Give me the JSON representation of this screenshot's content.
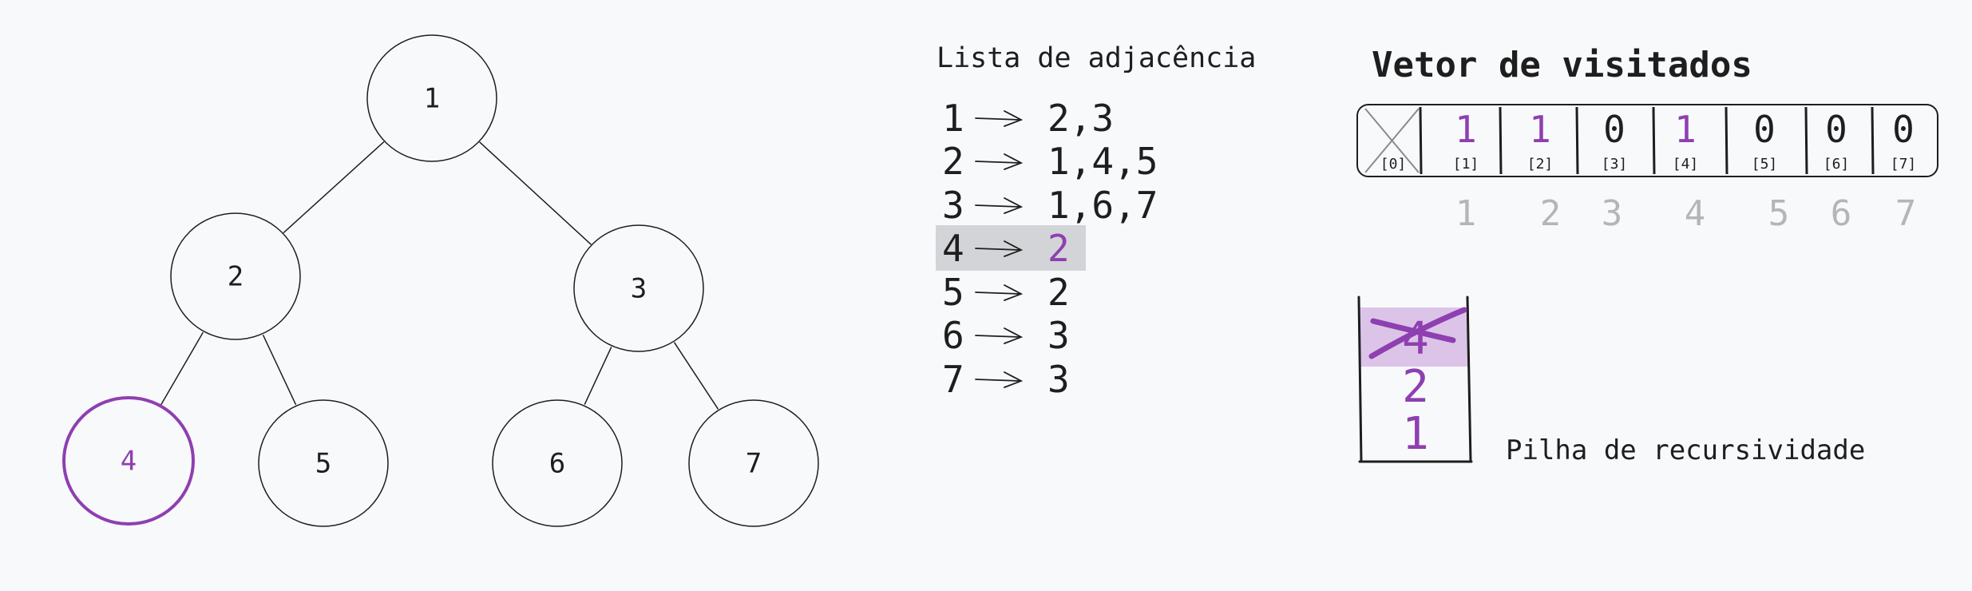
{
  "tree": {
    "nodes": [
      {
        "id": "1",
        "label": "1",
        "highlight": false
      },
      {
        "id": "2",
        "label": "2",
        "highlight": false
      },
      {
        "id": "3",
        "label": "3",
        "highlight": false
      },
      {
        "id": "4",
        "label": "4",
        "highlight": true
      },
      {
        "id": "5",
        "label": "5",
        "highlight": false
      },
      {
        "id": "6",
        "label": "6",
        "highlight": false
      },
      {
        "id": "7",
        "label": "7",
        "highlight": false
      }
    ],
    "edges": [
      [
        "1",
        "2"
      ],
      [
        "1",
        "3"
      ],
      [
        "2",
        "4"
      ],
      [
        "2",
        "5"
      ],
      [
        "3",
        "6"
      ],
      [
        "3",
        "7"
      ]
    ]
  },
  "adjacency": {
    "title": "Lista de adjacência",
    "rows": [
      {
        "node": "1",
        "neighbors": "2,3",
        "highlight": false
      },
      {
        "node": "2",
        "neighbors": "1,4,5",
        "highlight": false
      },
      {
        "node": "3",
        "neighbors": "1,6,7",
        "highlight": false
      },
      {
        "node": "4",
        "neighbors": "2",
        "highlight": true
      },
      {
        "node": "5",
        "neighbors": "2",
        "highlight": false
      },
      {
        "node": "6",
        "neighbors": "3",
        "highlight": false
      },
      {
        "node": "7",
        "neighbors": "3",
        "highlight": false
      }
    ]
  },
  "visited": {
    "title": "Vetor de visitados",
    "cells": [
      {
        "index": "[0]",
        "value": "",
        "crossed": true
      },
      {
        "index": "[1]",
        "value": "1",
        "highlight": true
      },
      {
        "index": "[2]",
        "value": "1",
        "highlight": true
      },
      {
        "index": "[3]",
        "value": "0",
        "highlight": false
      },
      {
        "index": "[4]",
        "value": "1",
        "highlight": true
      },
      {
        "index": "[5]",
        "value": "0",
        "highlight": false
      },
      {
        "index": "[6]",
        "value": "0",
        "highlight": false
      },
      {
        "index": "[7]",
        "value": "0",
        "highlight": false
      }
    ],
    "below_labels": [
      "1",
      "2",
      "3",
      "4",
      "5",
      "6",
      "7"
    ]
  },
  "stack": {
    "label": "Pilha de recursividade",
    "items": [
      {
        "value": "4",
        "crossed": true
      },
      {
        "value": "2",
        "crossed": false
      },
      {
        "value": "1",
        "crossed": false
      }
    ]
  },
  "colors": {
    "accent": "#8e3fb0",
    "stack_highlight": "#dcc4e8",
    "row_highlight": "#d3d4d7",
    "grey_text": "#b5b5b5"
  }
}
